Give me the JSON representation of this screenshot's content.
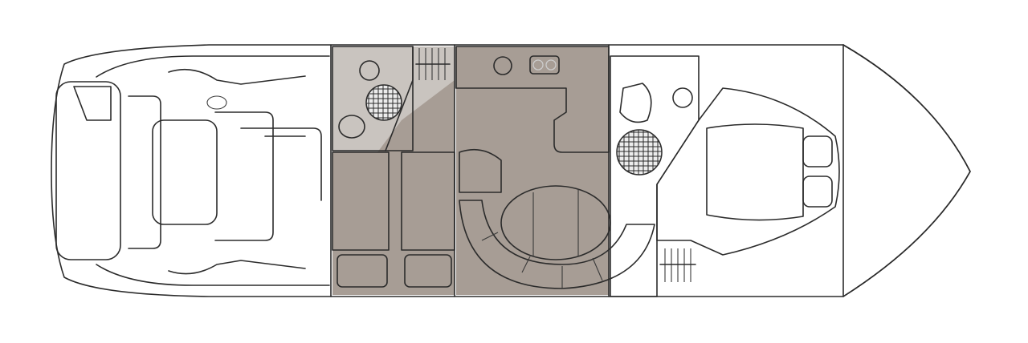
{
  "diagram": {
    "type": "boat-deck-plan",
    "view": "top-down",
    "labels": [],
    "colors": {
      "background": "#ffffff",
      "outline": "#2b2b2b",
      "floor": "#a79d95",
      "cabin_fill": "#c9c4bf",
      "upholstery": "#9fb0d0",
      "upholstery_dark": "#6f86b8",
      "fixture": "#ececec"
    },
    "areas": [
      "cockpit",
      "aft-cabin-starboard-berth",
      "aft-cabin-port-berth",
      "aft-head",
      "galley",
      "saloon-dinette",
      "forward-head",
      "forward-v-berth",
      "bow"
    ],
    "fixtures": [
      "helm-seat",
      "companionway-steps",
      "sink",
      "shower",
      "toilet",
      "stove",
      "u-shaped-settee",
      "dinette-table"
    ]
  }
}
